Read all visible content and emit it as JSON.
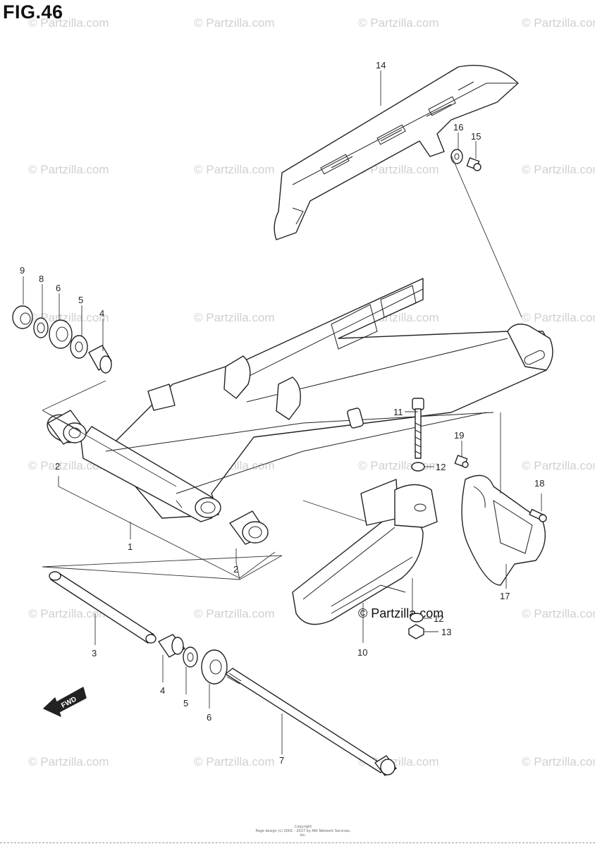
{
  "figure": {
    "title": "FIG.46"
  },
  "watermarks": {
    "text": "© Partzilla.com",
    "bold_text": "© Partzilla.com"
  },
  "callouts": {
    "p1": "1",
    "p2a": "2",
    "p2b": "2",
    "p3": "3",
    "p4a": "4",
    "p4b": "4",
    "p5a": "5",
    "p5b": "5",
    "p6a": "6",
    "p6b": "6",
    "p7": "7",
    "p8": "8",
    "p9": "9",
    "p10": "10",
    "p11": "11",
    "p12a": "12",
    "p12b": "12",
    "p13": "13",
    "p14": "14",
    "p15": "15",
    "p16": "16",
    "p17": "17",
    "p18": "18",
    "p19": "19"
  },
  "fwd_label": "FWD",
  "footer": {
    "line1": "Copyright",
    "line2": "Page design (c) 2001 - 2017 by ARI Network Services, Inc."
  },
  "colors": {
    "line": "#222222",
    "watermark": "#d0d0d0"
  }
}
